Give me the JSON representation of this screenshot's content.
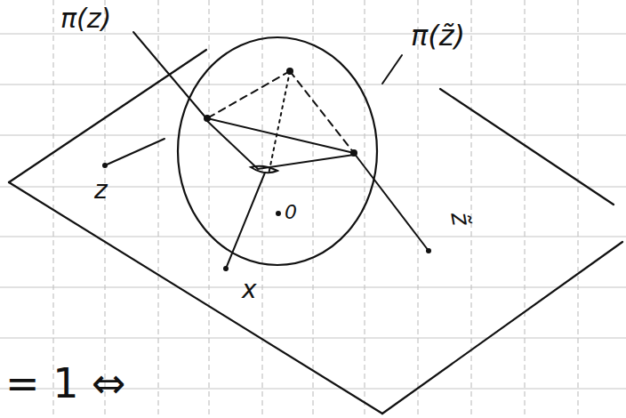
{
  "diagram": {
    "labels": [
      "π(z)",
      "π(z̃)",
      "z",
      "z̃",
      "x",
      "0",
      "= 1 ⇔"
    ]
  }
}
